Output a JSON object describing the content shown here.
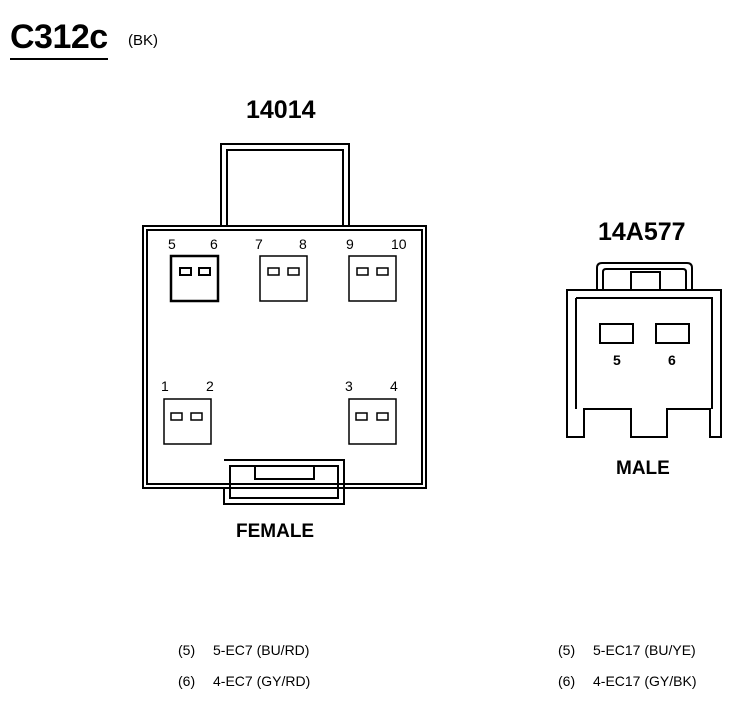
{
  "connector": {
    "id": "C312c",
    "color": "(BK)"
  },
  "female": {
    "part_number": "14014",
    "label": "FEMALE",
    "pin_labels": [
      "5",
      "6",
      "7",
      "8",
      "9",
      "10",
      "1",
      "2",
      "3",
      "4"
    ],
    "wires": [
      {
        "pin": "(5)",
        "circuit": "5-EC7 (BU/RD)"
      },
      {
        "pin": "(6)",
        "circuit": "4-EC7 (GY/RD)"
      }
    ]
  },
  "male": {
    "part_number": "14A577",
    "label": "MALE",
    "pin_labels": [
      "5",
      "6"
    ],
    "wires": [
      {
        "pin": "(5)",
        "circuit": "5-EC17 (BU/YE)"
      },
      {
        "pin": "(6)",
        "circuit": "4-EC17 (GY/BK)"
      }
    ]
  }
}
